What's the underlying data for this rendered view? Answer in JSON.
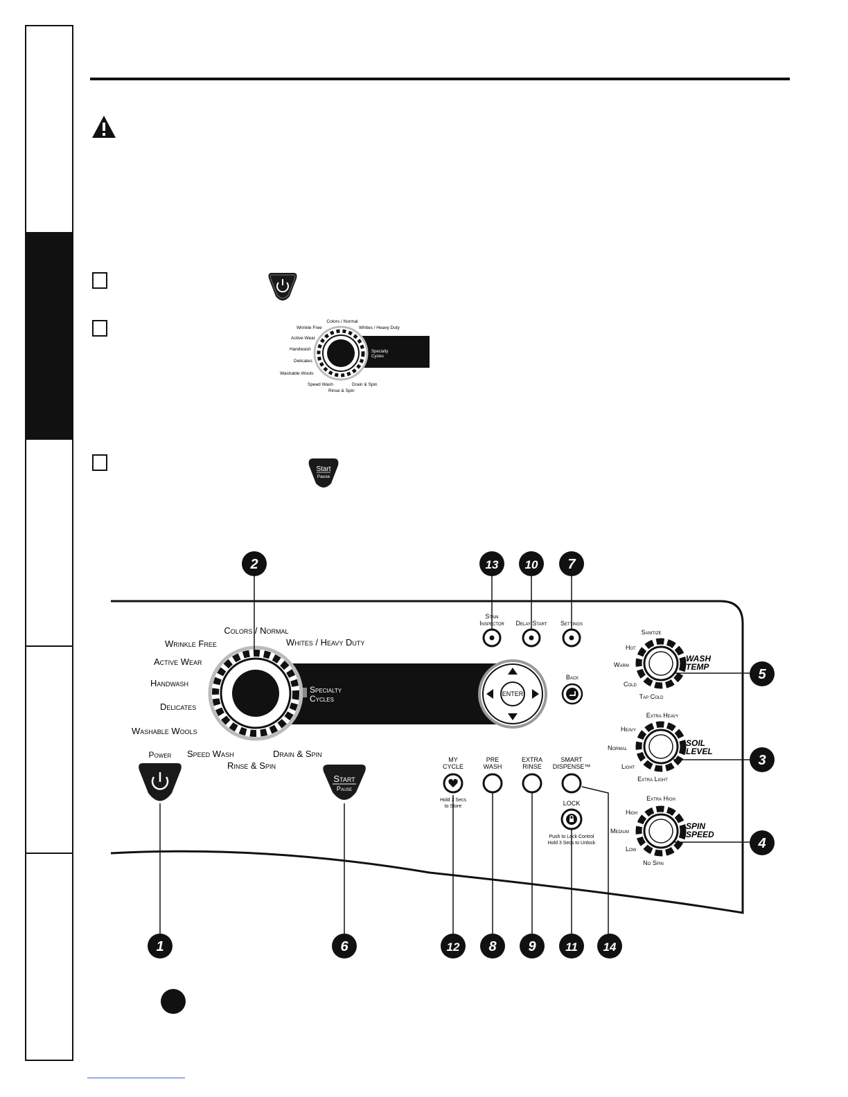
{
  "panel": {
    "power_label": "Power",
    "start_label": "Start",
    "pause_label": "Pause",
    "enter_label": "ENTER",
    "back_label": "Back",
    "specialty_line1": "Specialty",
    "specialty_line2": "Cycles",
    "cycles": {
      "colors_normal": "Colors / Normal",
      "wrinkle_free": "Wrinkle Free",
      "whites_heavy_duty": "Whites / Heavy Duty",
      "active_wear": "Active Wear",
      "handwash": "Handwash",
      "delicates": "Delicates",
      "washable_wools": "Washable Wools",
      "speed_wash": "Speed Wash",
      "rinse_spin": "Rinse & Spin",
      "drain_spin": "Drain & Spin"
    },
    "top_buttons": {
      "stain_line1": "Stain",
      "stain_line2": "Inspector",
      "delay_start": "Delay Start",
      "settings": "Settings"
    },
    "option_buttons": {
      "my_line1": "MY",
      "my_line2": "CYCLE",
      "my_sub1": "Hold 3 Secs",
      "my_sub2": "to Store",
      "pre_line1": "PRE",
      "pre_line2": "WASH",
      "extra_line1": "EXTRA",
      "extra_line2": "RINSE",
      "smart_line1": "SMART",
      "smart_line2": "DISPENSE™",
      "lock": "LOCK",
      "lock_sub1": "Push to Lock Control",
      "lock_sub2": "Hold 3 Secs to Unlock"
    },
    "wash_temp": {
      "title1": "WASH",
      "title2": "TEMP",
      "sanitize": "Sanitize",
      "hot": "Hot",
      "warm": "Warm",
      "cold": "Cold",
      "tap_cold": "Tap Cold"
    },
    "soil_level": {
      "title1": "SOIL",
      "title2": "LEVEL",
      "extra_heavy": "Extra Heavy",
      "heavy": "Heavy",
      "normal": "Normal",
      "light": "Light",
      "extra_light": "Extra Light"
    },
    "spin_speed": {
      "title1": "SPIN",
      "title2": "SPEED",
      "extra_high": "Extra High",
      "high": "High",
      "medium": "Medium",
      "low": "Low",
      "no_spin": "No Spin"
    }
  },
  "callouts": {
    "c1": "1",
    "c2": "2",
    "c3": "3",
    "c4": "4",
    "c5": "5",
    "c6": "6",
    "c7": "7",
    "c8": "8",
    "c9": "9",
    "c10": "10",
    "c11": "11",
    "c12": "12",
    "c13": "13",
    "c14": "14"
  }
}
